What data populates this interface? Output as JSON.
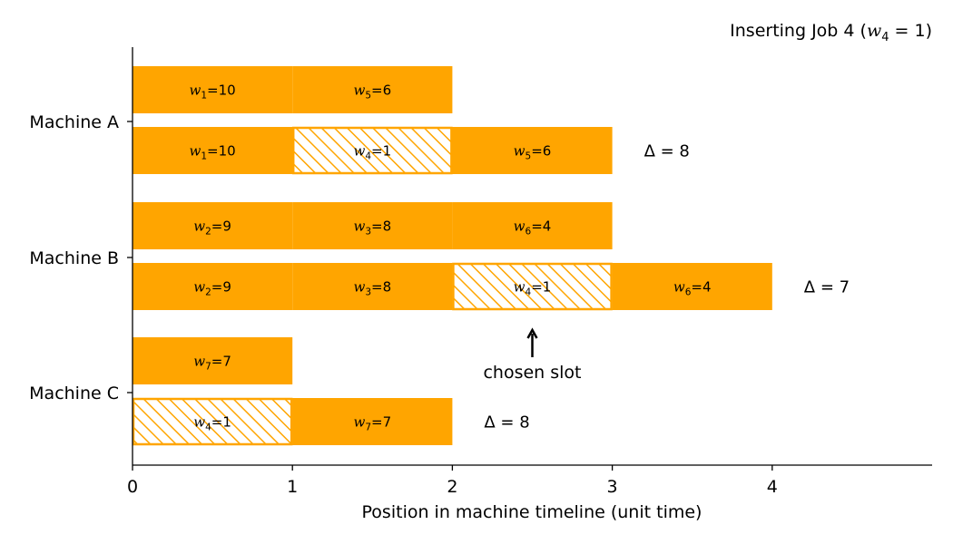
{
  "chart_data": {
    "type": "bar",
    "subtype": "gantt",
    "title": {
      "prefix": "Inserting Job 4 (",
      "var": "w",
      "sub": "4",
      "suffix": " = 1)"
    },
    "xlabel": "Position in machine timeline (unit time)",
    "ylabel": "",
    "xlim": [
      0,
      5
    ],
    "xticks": [
      0,
      1,
      2,
      3,
      4
    ],
    "grid": false,
    "colors": {
      "bar": "#FFA500",
      "hatch_bg": "#ffffff",
      "text": "#000000",
      "axis": "#000000"
    },
    "machines": [
      {
        "label": "Machine A",
        "before": [
          {
            "start": 0,
            "duration": 1,
            "job": "1",
            "weight": 10
          },
          {
            "start": 1,
            "duration": 1,
            "job": "5",
            "weight": 6
          }
        ],
        "after": [
          {
            "start": 0,
            "duration": 1,
            "job": "1",
            "weight": 10
          },
          {
            "start": 1,
            "duration": 1,
            "job": "4",
            "weight": 1,
            "inserted": true
          },
          {
            "start": 2,
            "duration": 1,
            "job": "5",
            "weight": 6
          }
        ],
        "delta": "Δ = 8"
      },
      {
        "label": "Machine B",
        "before": [
          {
            "start": 0,
            "duration": 1,
            "job": "2",
            "weight": 9
          },
          {
            "start": 1,
            "duration": 1,
            "job": "3",
            "weight": 8
          },
          {
            "start": 2,
            "duration": 1,
            "job": "6",
            "weight": 4
          }
        ],
        "after": [
          {
            "start": 0,
            "duration": 1,
            "job": "2",
            "weight": 9
          },
          {
            "start": 1,
            "duration": 1,
            "job": "3",
            "weight": 8
          },
          {
            "start": 2,
            "duration": 1,
            "job": "4",
            "weight": 1,
            "inserted": true
          },
          {
            "start": 3,
            "duration": 1,
            "job": "6",
            "weight": 4
          }
        ],
        "delta": "Δ = 7"
      },
      {
        "label": "Machine C",
        "before": [
          {
            "start": 0,
            "duration": 1,
            "job": "7",
            "weight": 7
          }
        ],
        "after": [
          {
            "start": 0,
            "duration": 1,
            "job": "4",
            "weight": 1,
            "inserted": true
          },
          {
            "start": 1,
            "duration": 1,
            "job": "7",
            "weight": 7
          }
        ],
        "delta": "Δ = 8"
      }
    ],
    "annotation": {
      "text": "chosen slot",
      "machine": "Machine B",
      "x": 2.5
    }
  }
}
